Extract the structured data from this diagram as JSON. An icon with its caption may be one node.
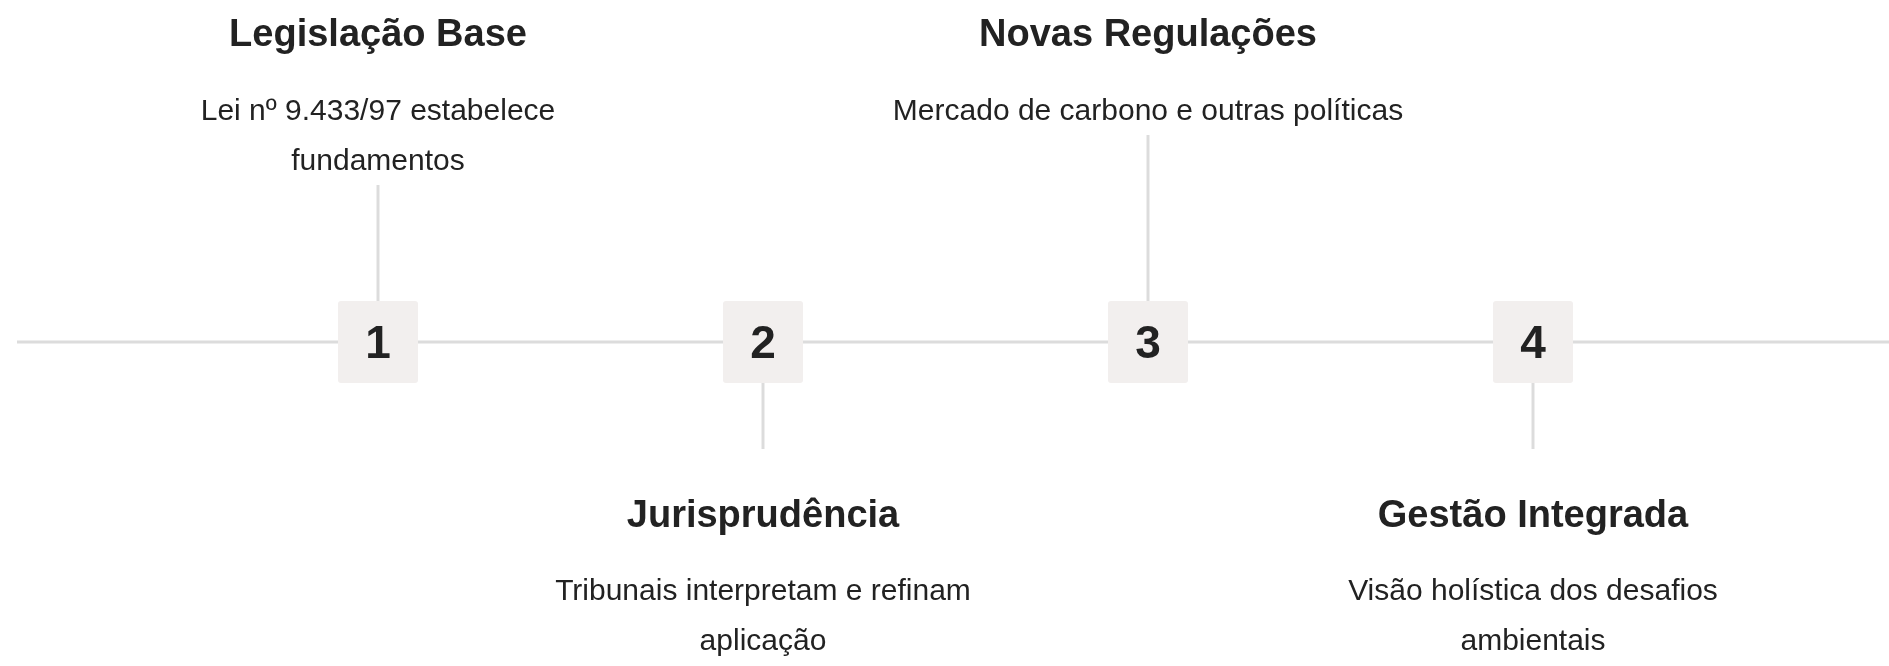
{
  "diagram": {
    "nodes": [
      {
        "text": [
          "Legislação Base",
          "Lei nº 9.433/97 estabelece fundamentos"
        ]
      },
      {
        "text": [
          "1"
        ]
      },
      {
        "text": [
          "2"
        ]
      },
      {
        "text": [
          "Jurisprudência",
          "Tribunais interpretam e refinam aplicação"
        ]
      },
      {
        "text": [
          "Novas Regulações",
          "Mercado de carbono e outras políticas"
        ]
      },
      {
        "text": [
          "3"
        ]
      },
      {
        "text": [
          "4"
        ]
      },
      {
        "text": [
          "Gestão Integrada",
          "Visão holística dos desafios ambientais"
        ]
      }
    ],
    "edges": [
      {
        "from": null,
        "to": 1,
        "arrow": "none"
      },
      {
        "from": 1,
        "to": 2,
        "arrow": "none"
      },
      {
        "from": 2,
        "to": 5,
        "arrow": "none"
      },
      {
        "from": 5,
        "to": 6,
        "arrow": "none"
      },
      {
        "from": 6,
        "to": null,
        "arrow": "none"
      },
      {
        "from": 0,
        "to": 1,
        "arrow": "none"
      },
      {
        "from": 2,
        "to": 3,
        "arrow": "none"
      },
      {
        "from": 4,
        "to": 5,
        "arrow": "none"
      },
      {
        "from": 6,
        "to": 7,
        "arrow": "none"
      }
    ]
  }
}
